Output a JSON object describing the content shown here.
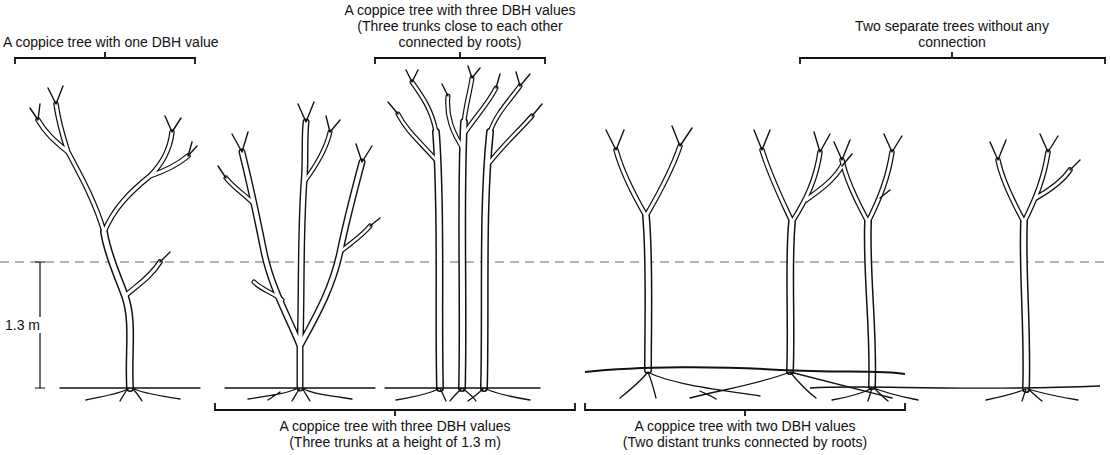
{
  "diagram": {
    "labels": [
      "A coppice tree with one DBH value",
      "A coppice tree with three DBH values (Three trunks close to each other connected by roots)",
      "Two separate trees without any connection",
      "1.3 m",
      "A coppice tree with three DBH values (Three trunks at a height of 1.3 m)",
      "A coppice tree with two DBH values (Two distant trunks connected by roots)"
    ]
  }
}
